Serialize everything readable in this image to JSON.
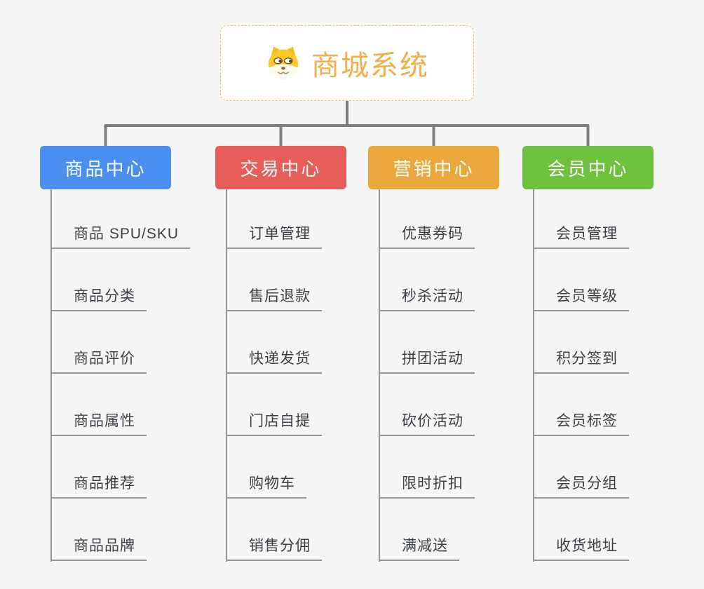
{
  "root": {
    "title": "商城系统",
    "icon": "shiba-dog-icon"
  },
  "branches": [
    {
      "label": "商品中心",
      "color": "#4a8ff0",
      "children": [
        "商品 SPU/SKU",
        "商品分类",
        "商品评价",
        "商品属性",
        "商品推荐",
        "商品品牌"
      ]
    },
    {
      "label": "交易中心",
      "color": "#e85c5a",
      "children": [
        "订单管理",
        "售后退款",
        "快递发货",
        "门店自提",
        "购物车",
        "销售分佣"
      ]
    },
    {
      "label": "营销中心",
      "color": "#eaa83c",
      "children": [
        "优惠券码",
        "秒杀活动",
        "拼团活动",
        "砍价活动",
        "限时折扣",
        "满减送"
      ]
    },
    {
      "label": "会员中心",
      "color": "#6ec13c",
      "children": [
        "会员管理",
        "会员等级",
        "积分签到",
        "会员标签",
        "会员分组",
        "收货地址"
      ]
    }
  ],
  "colors": {
    "background": "#f5f5f5",
    "root_title": "#efb04a",
    "root_border": "#eec06a",
    "connector": "#7f7f7f",
    "leaf_line": "#939393",
    "leaf_text": "#3c4045"
  }
}
